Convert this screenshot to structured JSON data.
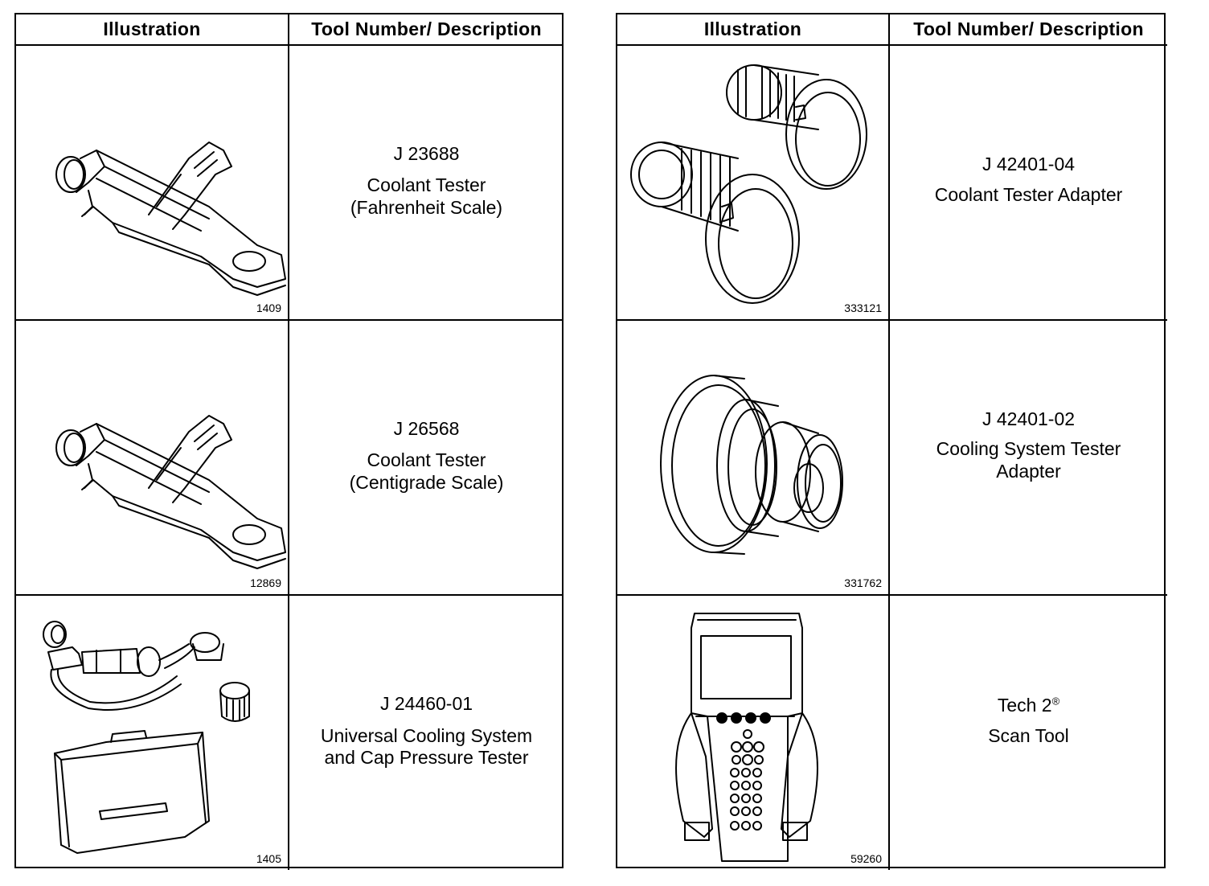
{
  "header": {
    "illustration": "Illustration",
    "tool": "Tool Number/ Description"
  },
  "left_rows": [
    {
      "figure_no": "1409",
      "icon": "coolant-tester-icon",
      "tool_number": "J 23688",
      "desc1": "Coolant Tester",
      "desc2": "(Fahrenheit Scale)"
    },
    {
      "figure_no": "12869",
      "icon": "coolant-tester-icon",
      "tool_number": "J 26568",
      "desc1": "Coolant Tester",
      "desc2": "(Centigrade Scale)"
    },
    {
      "figure_no": "1405",
      "icon": "pressure-tester-kit-icon",
      "tool_number": "J 24460-01",
      "desc1": "Universal Cooling System",
      "desc2": "and Cap Pressure Tester"
    }
  ],
  "right_rows": [
    {
      "figure_no": "333121",
      "icon": "tester-adapter-pair-icon",
      "tool_number": "J 42401-04",
      "desc1": "Coolant Tester Adapter"
    },
    {
      "figure_no": "331762",
      "icon": "cooling-system-adapter-icon",
      "tool_number": "J 42401-02",
      "desc1": "Cooling System Tester",
      "desc2": "Adapter"
    },
    {
      "figure_no": "59260",
      "icon": "scan-tool-icon",
      "tool_number": "Tech 2",
      "trademark": "®",
      "desc1": "Scan Tool"
    }
  ]
}
